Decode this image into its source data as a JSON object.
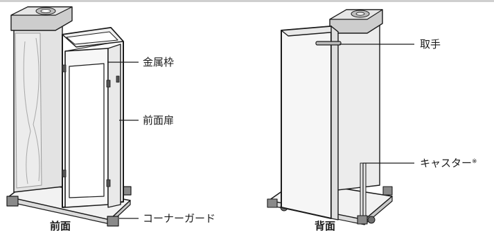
{
  "front": {
    "caption": "前面",
    "callouts": {
      "metal_frame": "金属枠",
      "front_door": "前面扉",
      "corner_guard": "コーナーガード"
    }
  },
  "back": {
    "caption": "背面",
    "callouts": {
      "handle": "取手",
      "caster": "キャスター",
      "caster_mark": "※"
    }
  }
}
